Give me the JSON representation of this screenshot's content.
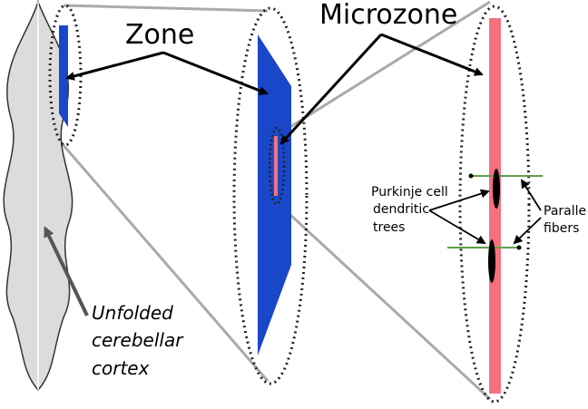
{
  "labels": {
    "zone": "Zone",
    "microzone": "Microzone",
    "purkinje": [
      "Purkinje cell",
      "dendritic",
      "trees"
    ],
    "parallel": [
      "Paralle",
      "fibers"
    ],
    "cortex": [
      "Unfolded",
      "cerebellar",
      "cortex"
    ]
  },
  "colors": {
    "cortex_fill": "#dcdcdc",
    "zone_blue": "#1a47c9",
    "microzone_pink": "#f5717f",
    "fiber_green": "#5f9e4a",
    "connector_gray": "#aaaaaa",
    "pointer_gray": "#555555"
  }
}
